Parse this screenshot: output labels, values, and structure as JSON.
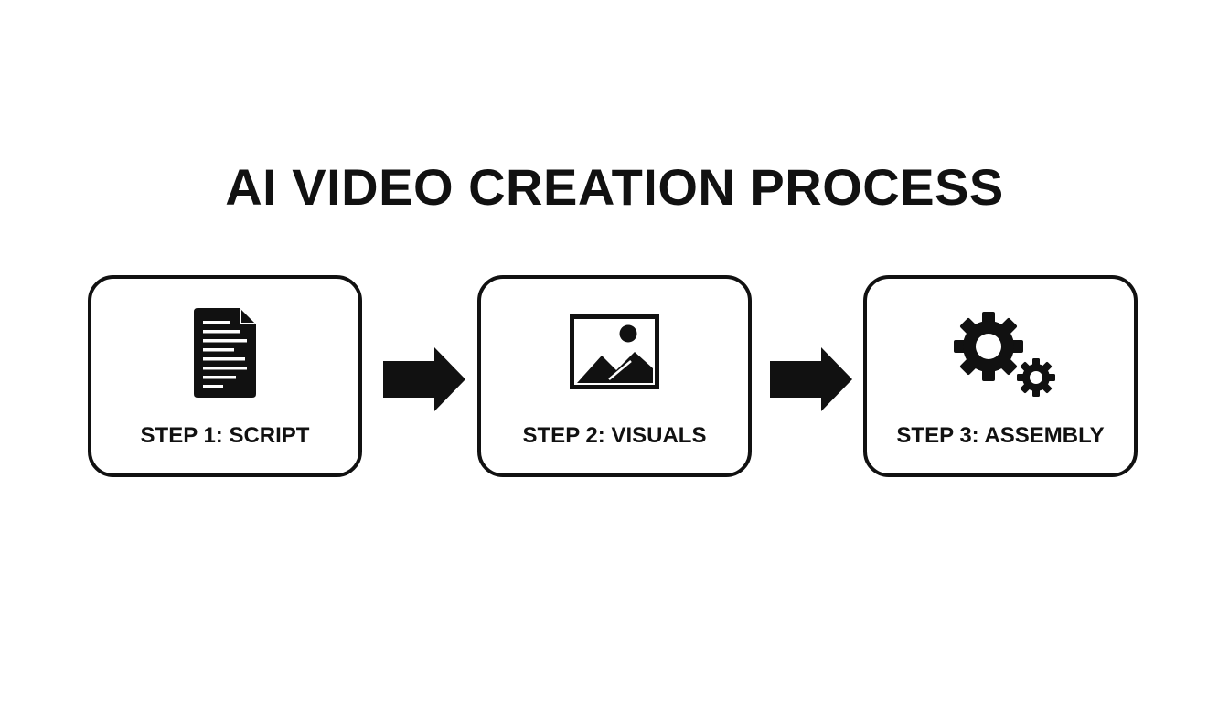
{
  "title": "AI VIDEO CREATION PROCESS",
  "steps": [
    {
      "label": "STEP 1: SCRIPT",
      "icon": "document-icon"
    },
    {
      "label": "STEP 2: VISUALS",
      "icon": "image-icon"
    },
    {
      "label": "STEP 3: ASSEMBLY",
      "icon": "gears-icon"
    }
  ],
  "colors": {
    "ink": "#111111",
    "background": "#ffffff"
  }
}
